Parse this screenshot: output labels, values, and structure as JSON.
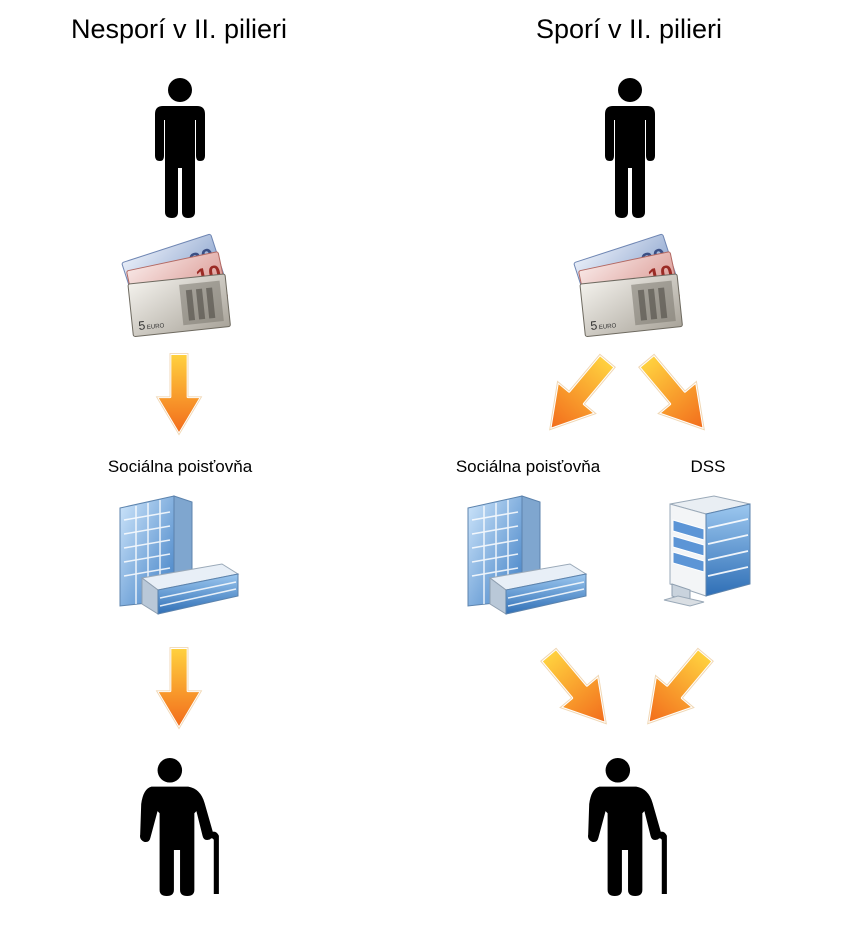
{
  "left": {
    "title": "Nesporí v II. pilieri",
    "institution_label": "Sociálna poisťovňa"
  },
  "right": {
    "title": "Sporí v II. pilieri",
    "institution_label_1": "Sociálna poisťovňa",
    "institution_label_2": "DSS"
  },
  "icons": {
    "worker": "person-icon",
    "money": "euro-banknotes-icon",
    "arrow": "orange-arrow-icon",
    "institution": "office-building-icon",
    "pension_fund": "office-building-icon",
    "retiree": "elderly-person-with-cane-icon"
  },
  "colors": {
    "arrow": "#f7941d",
    "building": "#4a86c5"
  }
}
